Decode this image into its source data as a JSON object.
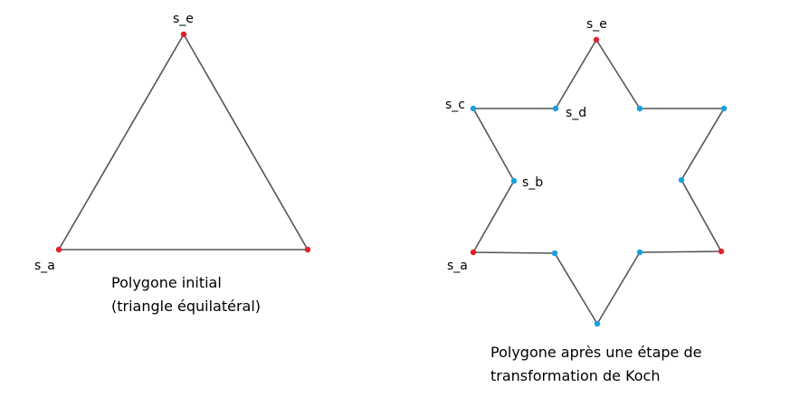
{
  "colors": {
    "edge": "#555555",
    "original_vertex": "#e0202a",
    "new_vertex": "#1aa0dc"
  },
  "left_figure": {
    "labels": {
      "top": "s_e",
      "bottom_left": "s_a"
    },
    "caption_line1": "Polygone initial",
    "caption_line2": "(triangle équilatéral)"
  },
  "right_figure": {
    "labels": {
      "top": "s_e",
      "upper_left": "s_c",
      "inner_top": "s_d",
      "inner_left": "s_b",
      "bottom_left": "s_a"
    },
    "caption_line1": "Polygone après une étape de",
    "caption_line2": "transformation de Koch"
  }
}
